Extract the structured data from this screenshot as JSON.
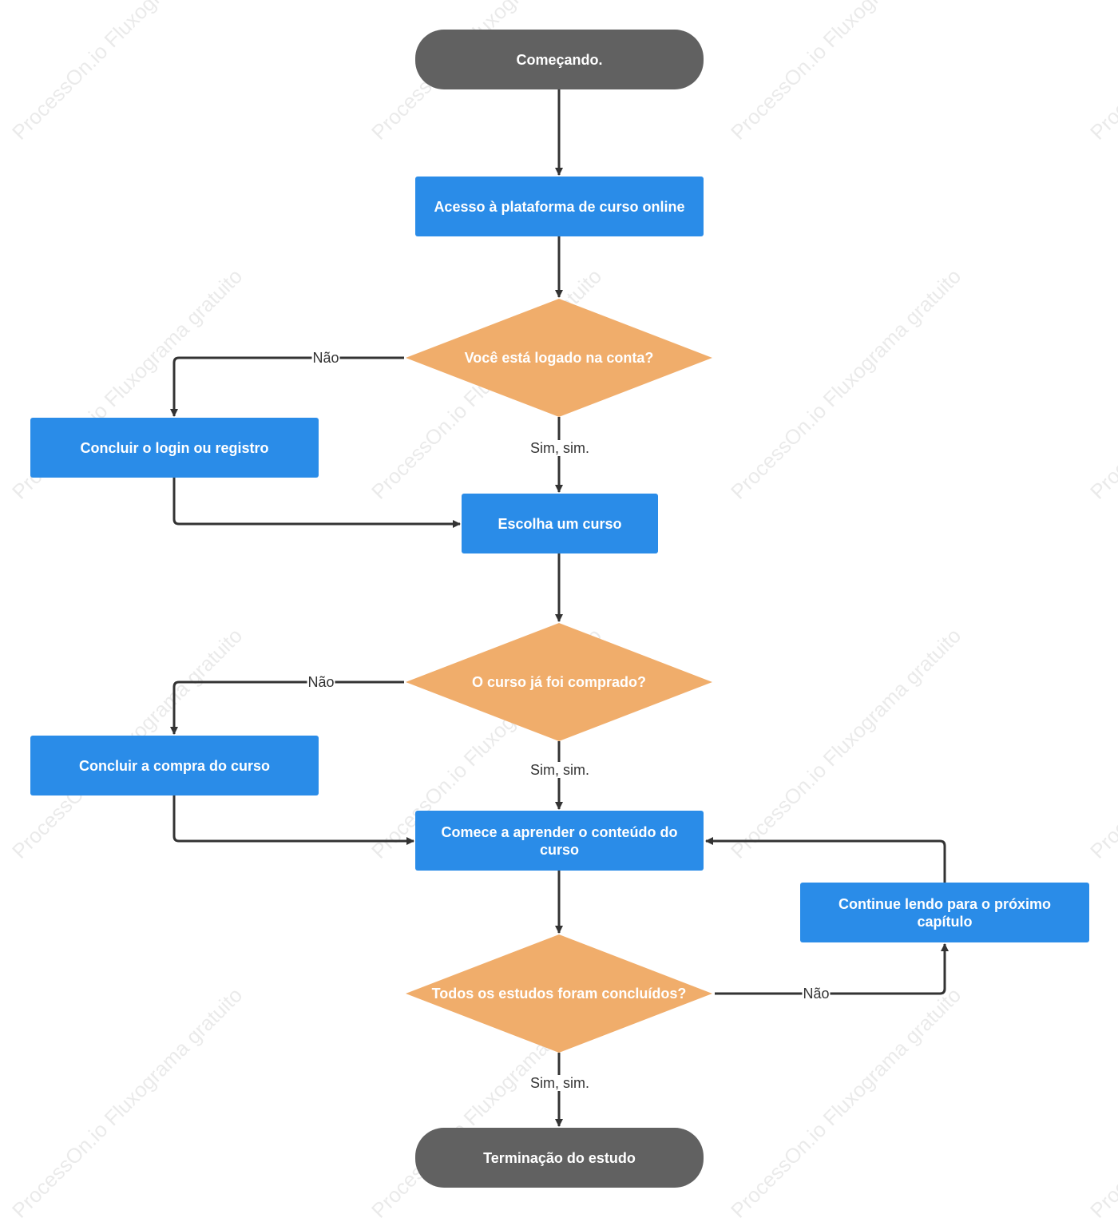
{
  "watermark": "ProcessOn.io Fluxograma gratuito",
  "colors": {
    "process": "#2a8ce8",
    "decision": "#f0ad6b",
    "terminal": "#616161",
    "edge": "#333333"
  },
  "nodes": {
    "start": "Começando.",
    "access": "Acesso à plataforma de curso online",
    "logged_in": "Você está logado na conta?",
    "login": "Concluir o login ou registro",
    "choose": "Escolha um curso",
    "purchased": "O curso já foi comprado?",
    "buy": "Concluir a compra do curso",
    "learn": "Comece a aprender o conteúdo do curso",
    "done": "Todos os estudos foram concluídos?",
    "next_chapter": "Continue lendo para o próximo capítulo",
    "end": "Terminação do estudo"
  },
  "edge_labels": {
    "logged_no": "Não",
    "logged_yes": "Sim, sim.",
    "purchased_no": "Não",
    "purchased_yes": "Sim, sim.",
    "done_no": "Não",
    "done_yes": "Sim, sim."
  }
}
